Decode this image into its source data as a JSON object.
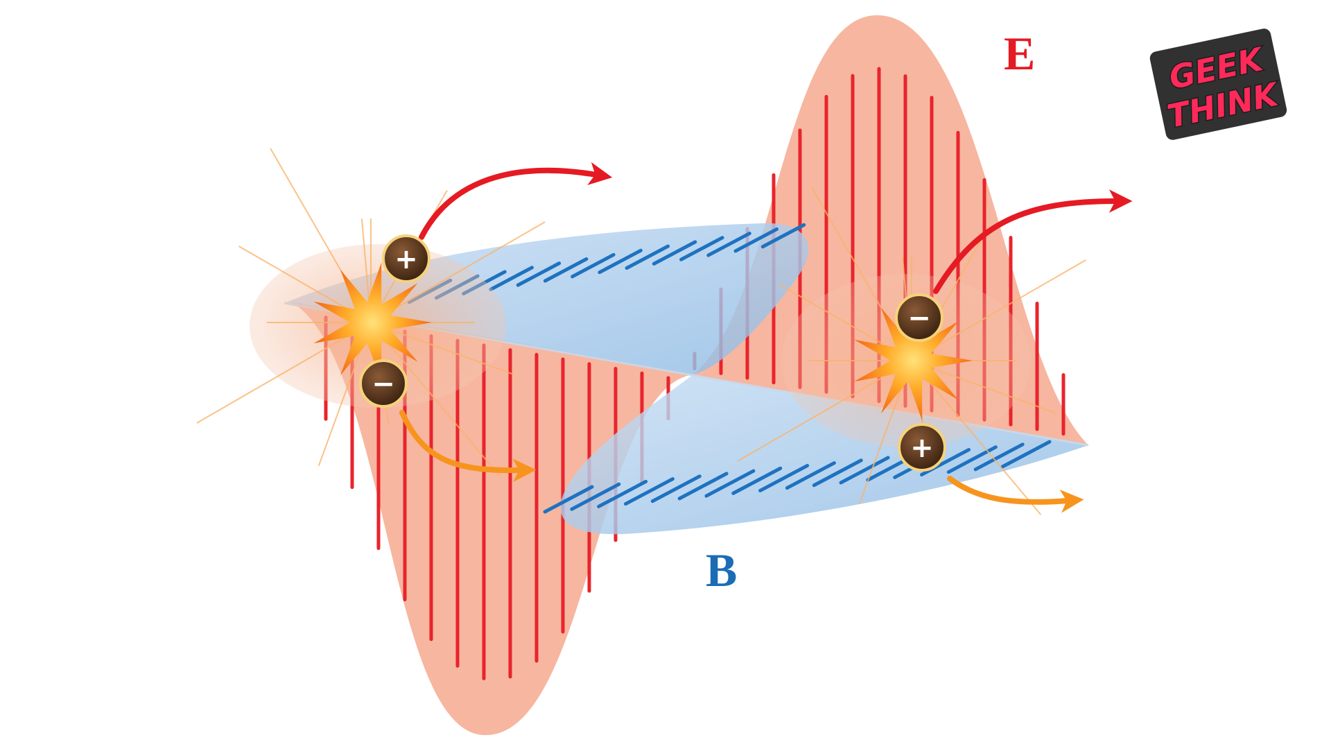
{
  "labels": {
    "electric_field": "E",
    "magnetic_field": "B"
  },
  "charges": {
    "positive_sign": "+",
    "negative_sign": "−"
  },
  "logo": {
    "line1": "GEEK",
    "line2": "THINK"
  },
  "colors": {
    "electric": "#e8242c",
    "electric_fill": "#f6a98f",
    "magnetic": "#1e72c0",
    "magnetic_fill": "#a9cbea",
    "label_e": "#e31b23",
    "label_b": "#1b6cb5",
    "arrow_red": "#e51a23",
    "arrow_orange": "#f7941d",
    "charge_fill": "#5a3a22",
    "charge_ring": "#f6d27a",
    "logo_pink": "#ff2a5a"
  }
}
